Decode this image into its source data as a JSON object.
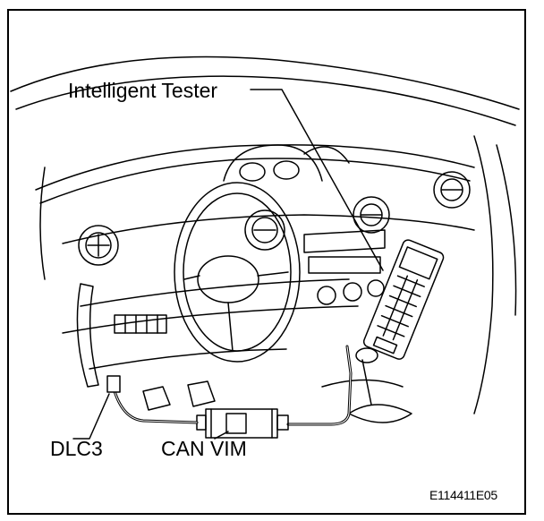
{
  "labels": {
    "tester": "Intelligent Tester",
    "dlc3": "DLC3",
    "can_vim": "CAN VIM",
    "figure_code": "E114411E05"
  },
  "colors": {
    "line": "#000000",
    "background": "#ffffff"
  }
}
